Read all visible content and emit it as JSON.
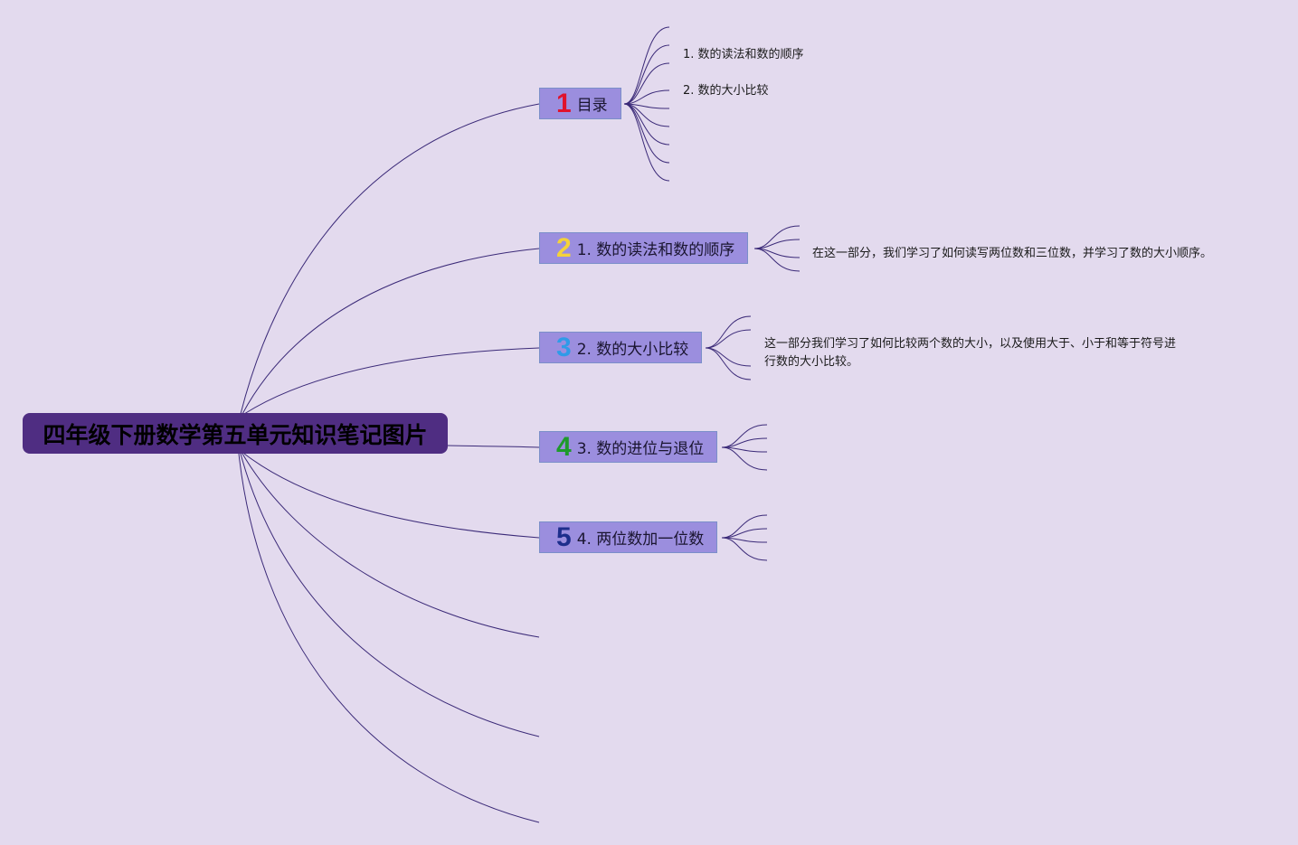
{
  "root": {
    "title": "四年级下册数学第五单元知识笔记图片"
  },
  "branches": [
    {
      "number": "1",
      "color": "#e0122c",
      "label": "目录"
    },
    {
      "number": "2",
      "color": "#f4d23a",
      "label": "1. 数的读法和数的顺序"
    },
    {
      "number": "3",
      "color": "#2f9be8",
      "label": "2. 数的大小比较"
    },
    {
      "number": "4",
      "color": "#1e9a2c",
      "label": "3. 数的进位与退位"
    },
    {
      "number": "5",
      "color": "#1d2e8c",
      "label": "4. 两位数加一位数"
    }
  ],
  "toc": [
    "1. 数的读法和数的顺序",
    "2. 数的大小比较"
  ],
  "notes": {
    "reading_order": "在这一部分，我们学习了如何读写两位数和三位数，并学习了数的大小顺序。",
    "comparison_line1": "这一部分我们学习了如何比较两个数的大小，以及使用大于、小于和等于符号进",
    "comparison_line2": "行数的大小比较。"
  },
  "colors": {
    "background": "#e3daee",
    "root_fill": "#4f2d82",
    "branch_fill": "#9b8ede",
    "link": "#3b2a78"
  }
}
